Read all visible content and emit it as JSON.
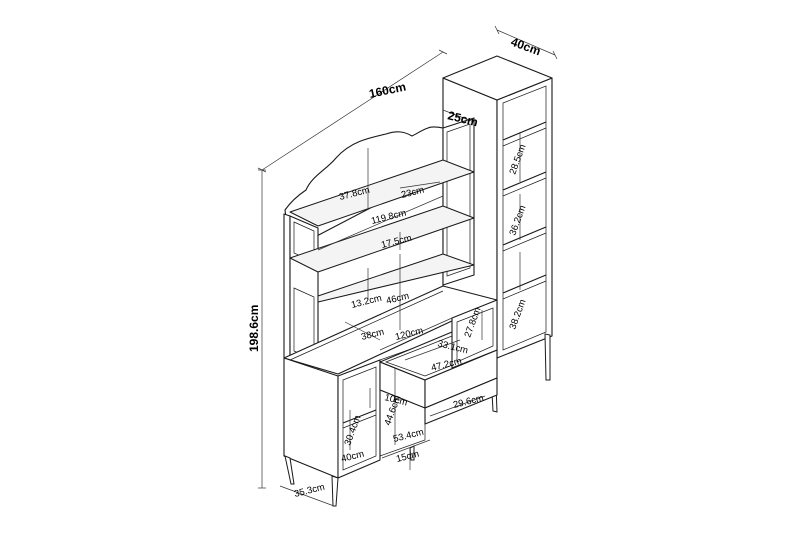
{
  "dimensions": {
    "overall_width": "160cm",
    "depth": "40cm",
    "height": "198.6cm",
    "top_panel_depth": "25cm",
    "top_section_height": "37.8cm",
    "upper_shelf_depth": "23cm",
    "upper_shelf_width": "119.8cm",
    "upper_shelf_gap": "17.5cm",
    "middle_gap": "13.2cm",
    "back_opening_height": "46cm",
    "desk_depth": "38cm",
    "desk_width": "120cm",
    "right_compartment_height": "27.8cm",
    "drawer_depth": "33.1cm",
    "drawer_width": "47.2cm",
    "drawer_height": "10cm",
    "knee_height": "44.6cm",
    "knee_width": "53.4cm",
    "foot_height": "15cm",
    "right_lower_width": "29.6cm",
    "left_cabinet_upper": "30.4cm",
    "left_cabinet_lower": "40cm",
    "left_cabinet_depth": "35.3cm",
    "tower_shelf_1": "28.5cm",
    "tower_shelf_2": "36.2cm",
    "tower_shelf_3": "38.2cm"
  }
}
